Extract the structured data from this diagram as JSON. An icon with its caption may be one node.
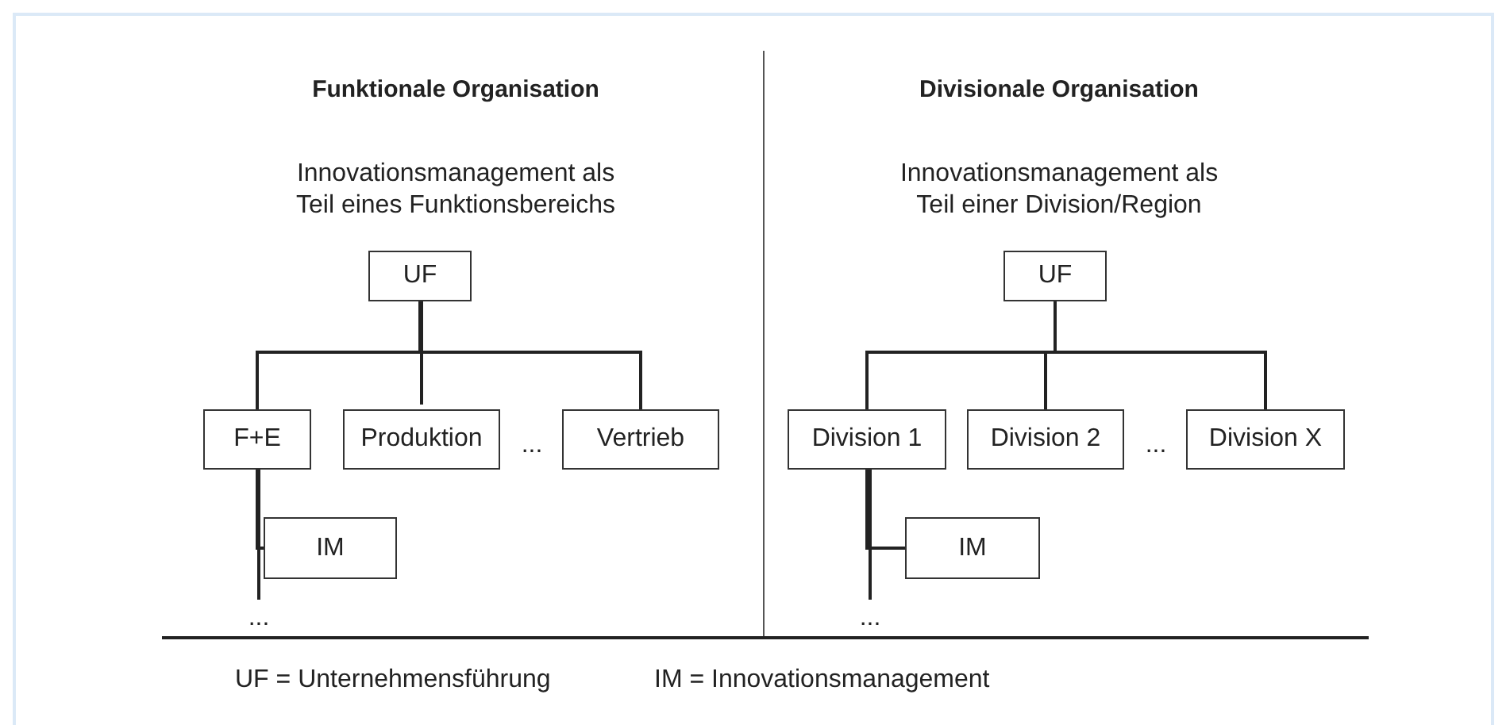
{
  "diagram": {
    "nodes": [
      {
        "text": [
          "UF"
        ]
      },
      {
        "text": [
          "F+E"
        ]
      },
      {
        "text": [
          "Produktion"
        ]
      },
      {
        "text": [
          "Vertrieb"
        ]
      },
      {
        "text": [
          "IM"
        ]
      },
      {
        "text": [
          "..."
        ]
      },
      {
        "text": [
          "UF"
        ]
      },
      {
        "text": [
          "Division 1"
        ]
      },
      {
        "text": [
          "Division 2"
        ]
      },
      {
        "text": [
          "Division X"
        ]
      },
      {
        "text": [
          "IM"
        ]
      },
      {
        "text": [
          "..."
        ]
      }
    ],
    "edges": [
      {
        "from": 0,
        "to": 1,
        "arrow": "none"
      },
      {
        "from": 0,
        "to": 2,
        "arrow": "none"
      },
      {
        "from": 0,
        "to": 3,
        "arrow": "none"
      },
      {
        "from": 1,
        "to": 4,
        "arrow": "none"
      },
      {
        "from": 1,
        "to": 5,
        "arrow": "none"
      },
      {
        "from": 6,
        "to": 7,
        "arrow": "none"
      },
      {
        "from": 6,
        "to": 8,
        "arrow": "none"
      },
      {
        "from": 6,
        "to": 9,
        "arrow": "none"
      },
      {
        "from": 7,
        "to": 10,
        "arrow": "none"
      },
      {
        "from": 7,
        "to": 11,
        "arrow": "none"
      }
    ],
    "labels": [
      "Funktionale Organisation",
      "Divisionale Organisation",
      "Innovationsmanagement als Teil eines Funktionsbereichs",
      "Innovationsmanagement als Teil einer Division/Region",
      "...",
      "...",
      "UF = Unternehmensführung",
      "IM = Innovationsmanagement"
    ]
  }
}
